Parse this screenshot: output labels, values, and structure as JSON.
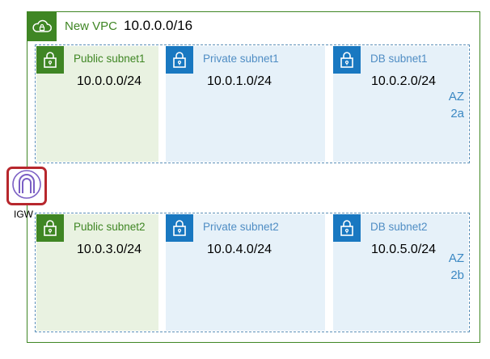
{
  "vpc": {
    "title": "New VPC",
    "cidr": "10.0.0.0/16",
    "icon": "cloud-lock-icon"
  },
  "availability_zones": [
    {
      "label_line1": "AZ",
      "label_line2": "2a",
      "subnets": [
        {
          "name": "Public subnet1",
          "cidr": "10.0.0.0/24",
          "type": "public"
        },
        {
          "name": "Private subnet1",
          "cidr": "10.0.1.0/24",
          "type": "private"
        },
        {
          "name": "DB subnet1",
          "cidr": "10.0.2.0/24",
          "type": "db"
        }
      ]
    },
    {
      "label_line1": "AZ",
      "label_line2": "2b",
      "subnets": [
        {
          "name": "Public subnet2",
          "cidr": "10.0.3.0/24",
          "type": "public"
        },
        {
          "name": "Private subnet2",
          "cidr": "10.0.4.0/24",
          "type": "private"
        },
        {
          "name": "DB subnet2",
          "cidr": "10.0.5.0/24",
          "type": "db"
        }
      ]
    }
  ],
  "igw": {
    "label": "IGW",
    "icon": "internet-gateway-icon"
  },
  "colors": {
    "vpc_green": "#3f8624",
    "public_fill": "#e9f2e1",
    "private_fill": "#e6f1f9",
    "subnet_blue": "#1978c1",
    "az_dash": "#5a8fb8",
    "igw_border": "#b7272d",
    "igw_icon": "#7b5fc4"
  }
}
